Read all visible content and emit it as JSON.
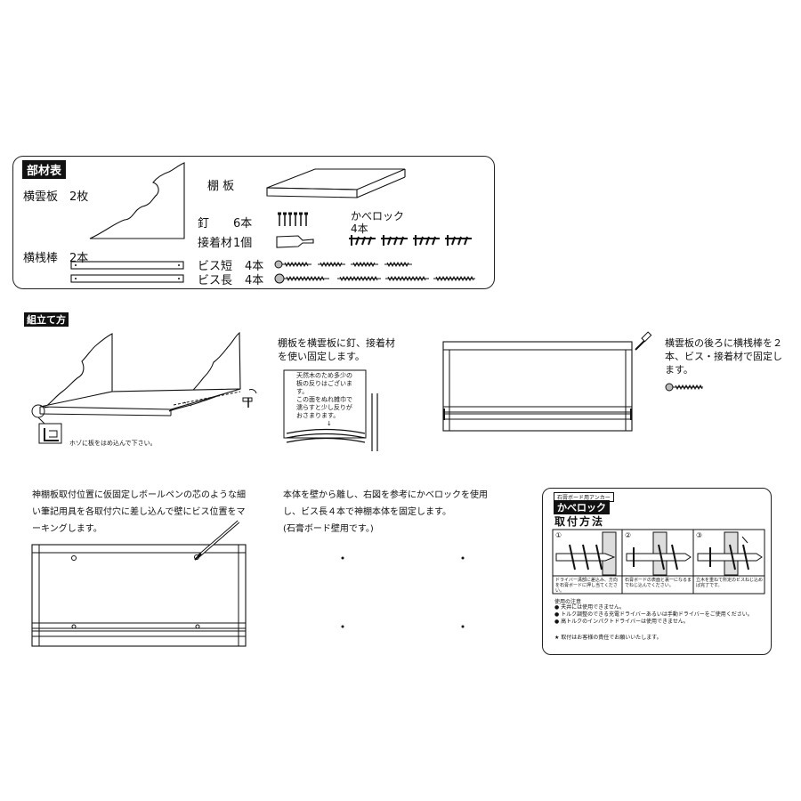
{
  "parts": {
    "title": "部材表",
    "yokogumo": {
      "name": "横雲板",
      "qty": "2枚"
    },
    "yokosan": {
      "name": "横桟棒",
      "qty": "2本"
    },
    "tana": {
      "name": "棚 板"
    },
    "kugi": {
      "name": "釘",
      "qty": "6本"
    },
    "adhesive": {
      "name": "接着材",
      "qty": "1個"
    },
    "kabelock": {
      "name": "かべロック",
      "qty": "4本"
    },
    "screw_short": {
      "name": "ビス短",
      "qty": "4本"
    },
    "screw_long": {
      "name": "ビス長",
      "qty": "4本"
    }
  },
  "assembly": {
    "title": "組立て方",
    "hozo_note": "ホゾに板をはめ込んで下さい。",
    "step1": "棚板を横雲板に釘、接着材を使い固定します。",
    "note_box": [
      "天然木のため多少の",
      "板の反りはございま",
      "す。",
      "この面をぬれ雑巾で",
      "濡らすと少し反りが",
      "おさまります。",
      "↓"
    ],
    "step2": [
      "横雲板の後ろに横桟棒を２",
      "本、ビス・接着材で固定し",
      "ます。"
    ],
    "step3": [
      "神棚板取付位置に仮固定しボールペンの芯のような細",
      "い筆記用具を各取付穴に差し込んで壁にビス位置をマ",
      "ーキングします。"
    ],
    "step4": [
      "本体を壁から離し、右図を参考にかべロックを使用",
      "し、ビス長４本で神棚本体を固定します。",
      "(石膏ボード壁用です。)"
    ]
  },
  "anchor_card": {
    "small_label": "石膏ボード用アンカー",
    "brand": "かべロック",
    "heading": "取付方法",
    "steps": [
      {
        "num": "①",
        "caption": "ドライバー溝部に差込み、方向を石膏ボードに押し当てください。"
      },
      {
        "num": "②",
        "caption": "石膏ボードの表面と裏一になるまでねじ込んでください。"
      },
      {
        "num": "③",
        "caption": "立木を重ねて所定のビスねじ込めば完了です。"
      }
    ],
    "caution_title": "使用の注意",
    "cautions": [
      "● 天井には使用できません。",
      "● トルク調整のできる充電ドライバーあるいは手動ドライバーをご使用ください。",
      "● 高トルクのインパクトドライバーは使用できません。"
    ],
    "footer": "★ 取付はお客様の責任でお願いいたします。"
  }
}
